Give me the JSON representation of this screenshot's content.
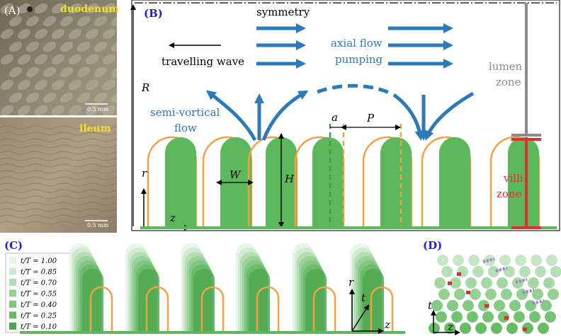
{
  "panels": {
    "A": {
      "label": "(A)",
      "top_caption": "duodenum",
      "bottom_caption": "ileum",
      "scale_top": "0.5 mm",
      "scale_bottom": "0.5 mm"
    },
    "B": {
      "label": "(B)",
      "symmetry": "symmetry",
      "travelling_wave": "travelling wave",
      "axial_flow_1": "axial flow",
      "axial_flow_2": "pumping",
      "semi_vortical_1": "semi-vortical",
      "semi_vortical_2": "flow",
      "lumen_1": "lumen",
      "lumen_2": "zone",
      "villi_1": "villi",
      "villi_2": "zone",
      "R": "R",
      "r": "r",
      "z": "z",
      "W": "W",
      "H": "H",
      "a": "a",
      "P": "P"
    },
    "C": {
      "label": "(C)",
      "legend": [
        "t/T = 1.00",
        "t/T = 0.85",
        "t/T = 0.70",
        "t/T = 0.55",
        "t/T = 0.40",
        "t/T = 0.25",
        "t/T = 0.10"
      ],
      "axis_r": "r",
      "axis_t": "t",
      "axis_z": "z"
    },
    "D": {
      "label": "(D)",
      "axis_t": "t",
      "axis_z": "z"
    }
  },
  "colors": {
    "villus_green": "#5cb85c",
    "light_green": "#c9e8c9",
    "orange": "#f4a043",
    "flow_blue": "#2e7ab8",
    "red": "#d9342b",
    "grey": "#8c8c8c",
    "yellow": "#f2e22a",
    "label_blue": "#2222cc",
    "purple": "#9b7fc9"
  }
}
